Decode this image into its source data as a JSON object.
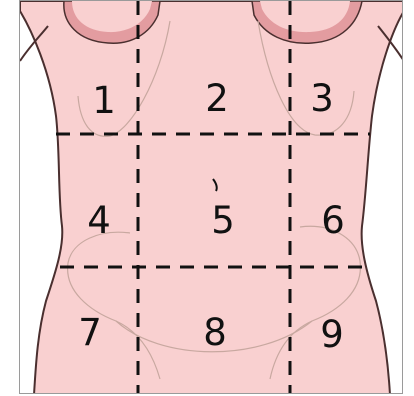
{
  "diagram": {
    "regions": [
      {
        "label": "1"
      },
      {
        "label": "2"
      },
      {
        "label": "3"
      },
      {
        "label": "4"
      },
      {
        "label": "5"
      },
      {
        "label": "6"
      },
      {
        "label": "7"
      },
      {
        "label": "8"
      },
      {
        "label": "9"
      }
    ],
    "colors": {
      "skin": "#f9d0d0",
      "skin_shadow": "#e39ca0",
      "outline": "#4a2f2f",
      "dashed_lines": "#111111",
      "faint_contours": "#c8a8a0"
    }
  }
}
